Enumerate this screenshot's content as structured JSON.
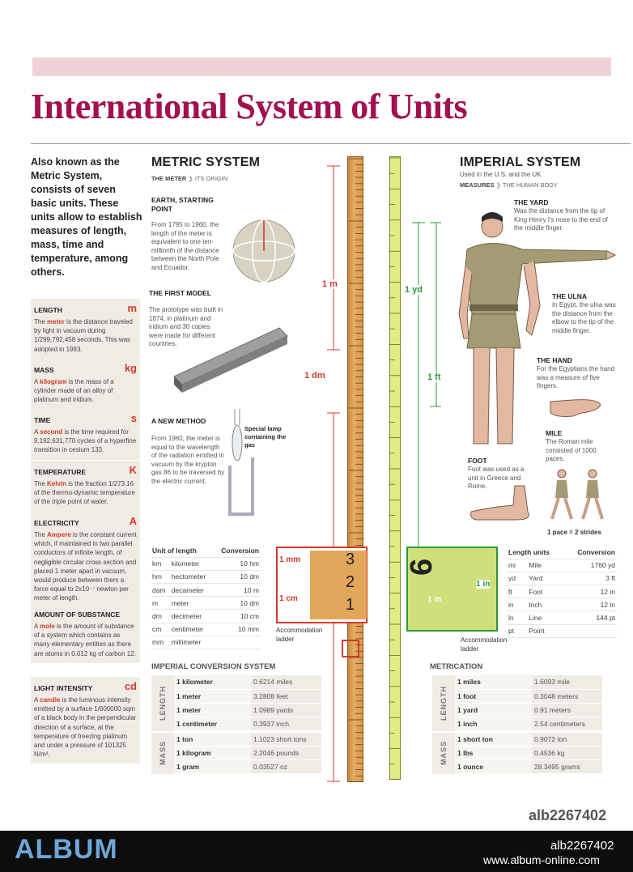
{
  "title": "International System of Units",
  "intro": "Also known as the Metric System, consists of seven basic units. These units allow to establish measures of length, mass, time and temperature, among others.",
  "units": [
    {
      "name": "LENGTH",
      "symbol": "m",
      "pre": "The ",
      "key": "meter",
      "post": " is the distance traveled by light in vacuum during 1/299,792,458 seconds. This was adopted in 1983."
    },
    {
      "name": "MASS",
      "symbol": "kg",
      "pre": "A ",
      "key": "kilogram",
      "post": " is the mass of a cylinder made of an alloy of platinum and iridium."
    },
    {
      "name": "TIME",
      "symbol": "s",
      "pre": "A ",
      "key": "second",
      "post": " is the time required for 9,192,631,770 cycles of a hyperfine transition in cesium 133."
    },
    {
      "name": "TEMPERATURE",
      "symbol": "K",
      "pre": "The ",
      "key": "Kelvin",
      "post": " is the fraction 1/273.16 of the thermo-dynamic temperature of the triple point of water."
    },
    {
      "name": "ELECTRICITY",
      "symbol": "A",
      "pre": "The ",
      "key": "Ampere",
      "post": " is the constant current which, if maintained in two parallel conductors of infinite length, of negligible circular cross section and placed 1 meter apart in vacuum, would produce between them a force equal to 2x10⁻⁷ newton per meter of length."
    },
    {
      "name": "AMOUNT OF SUBSTANCE",
      "symbol": "",
      "pre": "A ",
      "key": "mole",
      "post": " is the amount of substance of a system which contains as many elementary entities as there are atoms in 0.012 kg of carbon 12."
    },
    {
      "name": "LIGHT INTENSITY",
      "symbol": "cd",
      "pre": "A ",
      "key": "candle",
      "post": " is the luminous intensity emitted by a surface 1/600000 sqm of a black body in the perpendicular direction of a surface, at the temperature of freezing platinum and under a pressure of 101325 N/m²."
    }
  ],
  "metric": {
    "heading": "METRIC SYSTEM",
    "sub_bold": "THE METER",
    "sub_rest": "ITS ORIGIN",
    "earth_label": "EARTH, STARTING POINT",
    "earth_text": "From 1795 to 1960, the length of the meter is equivalent to one ten-millionth of the distance between the North Pole and Ecuador.",
    "model_label": "THE FIRST MODEL",
    "model_text": "The prototype was built in 1874, in platinum and iridium and 30 copies were made for different countries.",
    "method_label": "A NEW METHOD",
    "method_text": "From 1960, the meter is equal to the wavelength of the radiation emitted in vacuum by the krypton gas 86 to be traversed by the electric current.",
    "lamp_label": "Special lamp containing the gas",
    "table_headers": [
      "Unit of length",
      "Conversion"
    ],
    "table_rows": [
      [
        "km",
        "kilometer",
        "10 hm"
      ],
      [
        "hm",
        "hectometer",
        "10 dm"
      ],
      [
        "dam",
        "decameter",
        "10 m"
      ],
      [
        "m",
        "meter",
        "10 dm"
      ],
      [
        "dm",
        "decimeter",
        "10 cm"
      ],
      [
        "cm",
        "centimeter",
        "10 mm"
      ],
      [
        "mm",
        "millimeter",
        ""
      ]
    ],
    "ruler_labels": {
      "m": "1 m",
      "dm": "1 dm",
      "mm": "1 mm",
      "cm": "1 cm"
    },
    "ladder_label": "Accommodation ladder"
  },
  "imperial": {
    "heading": "IMPERIAL SYSTEM",
    "used_in": "Used in the U.S. and the UK",
    "sub_bold": "MEASURES",
    "sub_rest": "THE HUMAN BODY",
    "yard_label": "THE YARD",
    "yard_text": "Was the distance from the tip of King Henry I's nose to the end of the middle finger.",
    "ulna_label": "THE ULNA",
    "ulna_text": "In Egypt, the ulna was the distance from the elbow to the tip of the middle finger.",
    "hand_label": "THE HAND",
    "hand_text": "For the Egyptians the hand was a measure of five fingers.",
    "mile_label": "MILE",
    "mile_text": "The Roman mile consisted of 1000 paces.",
    "foot_label": "FOOT",
    "foot_text": "Foot was used as a unit in Greece and Rome.",
    "pace_label": "1 pace = 2 strides",
    "table_headers": [
      "Length units",
      "Conversion"
    ],
    "table_rows": [
      [
        "mi",
        "Mile",
        "1760 yd"
      ],
      [
        "yd",
        "Yard",
        "3 ft"
      ],
      [
        "ft",
        "Foot",
        "12 in"
      ],
      [
        "in",
        "Inch",
        "12 ln"
      ],
      [
        "ln",
        "Line",
        "144 pt"
      ],
      [
        "pt",
        "Point",
        ""
      ]
    ],
    "tape_labels": {
      "yd": "1 yd",
      "ft": "1 ft",
      "in": "1 in",
      "in2": "1 in"
    },
    "ladder_label": "Accommodation ladder"
  },
  "imperial_conversion": {
    "title": "IMPERIAL CONVERSION SYSTEM",
    "length_label": "LENGTH",
    "mass_label": "MASS",
    "length_rows": [
      [
        "1 kilometer",
        "0.6214 miles"
      ],
      [
        "1 meter",
        "3.2808 feet"
      ],
      [
        "1 meter",
        "1.0989 yards"
      ],
      [
        "1 centimeter",
        "0.3937 inch"
      ]
    ],
    "mass_rows": [
      [
        "1 ton",
        "1.1023 short tons"
      ],
      [
        "1 kilogram",
        "2.2046 pounds"
      ],
      [
        "1 gram",
        "0.03527 oz"
      ]
    ]
  },
  "metrication": {
    "title": "METRICATION",
    "length_label": "LENGTH",
    "mass_label": "MASS",
    "length_rows": [
      [
        "1 miles",
        "1.6093 mile"
      ],
      [
        "1 foot",
        "0.3048 meters"
      ],
      [
        "1 yard",
        "0.91 meters"
      ],
      [
        "1 inch",
        "2.54 centimeters"
      ]
    ],
    "mass_rows": [
      [
        "1 short ton",
        "0.9072 ton"
      ],
      [
        "1 lbs",
        "0.4536 kg"
      ],
      [
        "1 ounce",
        "28.3495 grams"
      ]
    ]
  },
  "image_id": "alb2267402",
  "footer": {
    "brand": "ALBUM",
    "code": "alb2267402",
    "url": "www.album-online.com"
  },
  "colors": {
    "accent": "#a3104f",
    "red": "#d33a2a",
    "green": "#2a9a3a",
    "ruler": "#e4ad64",
    "tape": "#e2ec85"
  }
}
